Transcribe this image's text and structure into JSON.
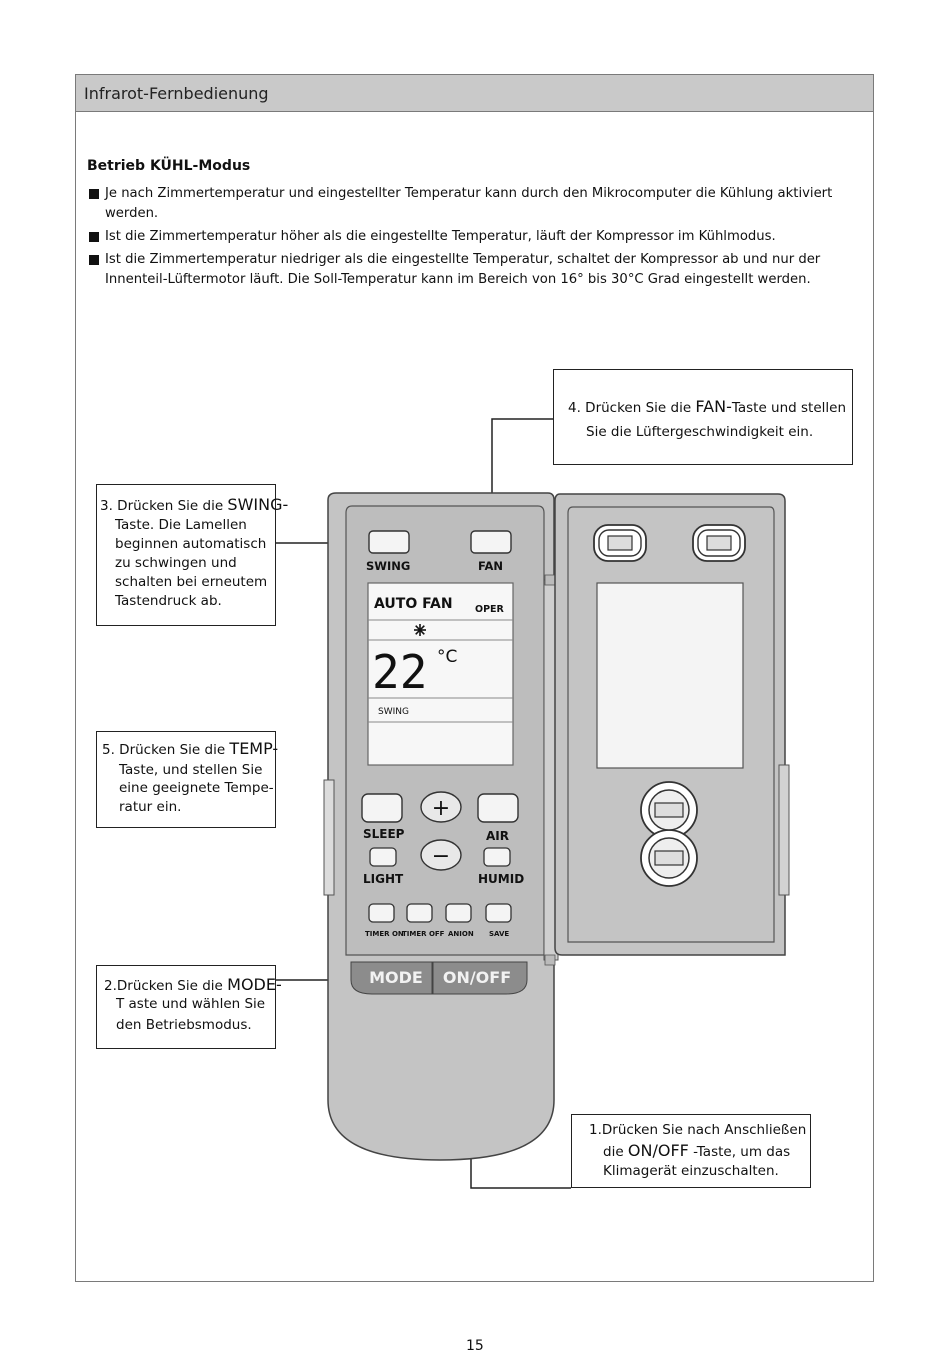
{
  "header": {
    "title": "Infrarot-Fernbedienung"
  },
  "section": {
    "title": "Betrieb KÜHL-Modus",
    "bullets": [
      "Je nach Zimmertemperatur und eingestellter Temperatur kann durch den Mikrocomputer die Kühlung aktiviert werden.",
      "Ist die Zimmertemperatur höher als die eingestellte Temperatur, läuft der Kompressor im Kühlmodus.",
      "Ist die Zimmertemperatur niedriger als die eingestellte Temperatur, schaltet der Kompressor ab und nur der Innenteil-Lüftermotor läuft.  Die Soll-Temperatur kann im Bereich von 16° bis 30°C Grad eingestellt werden."
    ]
  },
  "callouts": {
    "fan": {
      "pre": "4. Drücken Sie die ",
      "key": "FAN-",
      "post": "Taste und stellen",
      "line2": "Sie die Lüftergeschwindigkeit ein."
    },
    "swing": {
      "pre": "3. Drücken Sie die ",
      "key": "SWING-",
      "lines": [
        "Taste. Die Lamellen",
        "beginnen automatisch",
        "zu schwingen und",
        "schalten bei erneutem",
        "Tastendruck ab."
      ]
    },
    "temp": {
      "pre": "5. Drücken Sie die ",
      "key": "TEMP-",
      "lines": [
        "Taste, und stellen Sie",
        "eine geeignete Tempe-",
        "ratur ein."
      ]
    },
    "mode": {
      "pre": "2.Drücken Sie die ",
      "key": "MODE-",
      "lines": [
        "T aste und wählen Sie",
        "den Betriebsmodus."
      ]
    },
    "onoff": {
      "line1": "1.Drücken Sie nach Anschließen",
      "pre": "die ",
      "key": "ON/OFF",
      "post": " -Taste, um das",
      "line3": "Klimagerät einzuschalten."
    }
  },
  "remote": {
    "buttons": {
      "swing": "SWING",
      "fan": "FAN",
      "sleep": "SLEEP",
      "air": "AIR",
      "light": "LIGHT",
      "humid": "HUMID",
      "timer_on": "TIMER ON",
      "timer_off": "TIMER OFF",
      "anion": "ANION",
      "save": "SAVE",
      "mode": "MODE",
      "onoff": "ON/OFF",
      "plus": "+",
      "minus": "−"
    },
    "display": {
      "mode_text": "AUTO FAN",
      "oper": "OPER",
      "temperature": "22",
      "unit": "°C",
      "swing": "SWING"
    }
  },
  "page": {
    "number": "15"
  },
  "colors": {
    "remote_body": "#c4c4c4",
    "remote_outline": "#444444",
    "header_bg": "#c9c9c9",
    "button_bar": "#8c8c8c"
  }
}
